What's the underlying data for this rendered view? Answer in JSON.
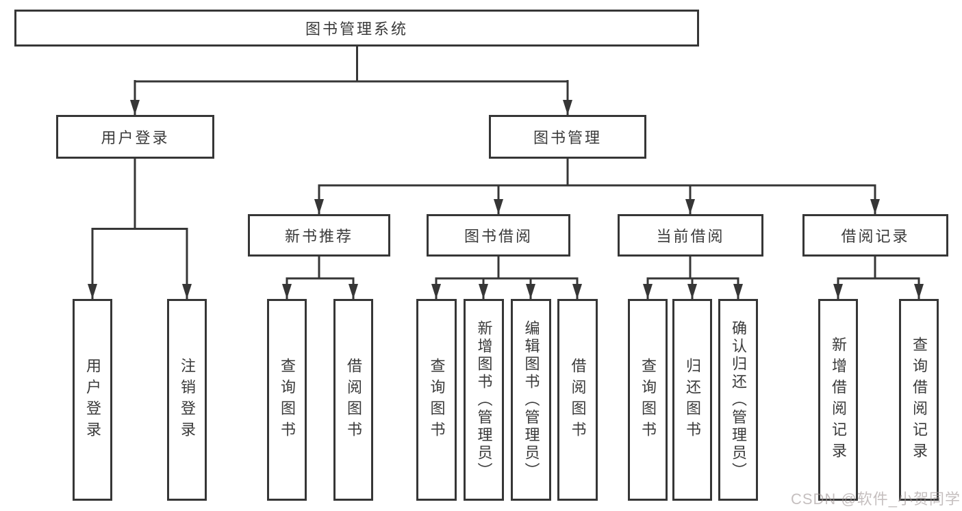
{
  "tree": {
    "label": "图书管理系统",
    "children": [
      {
        "label": "用户登录",
        "children": [
          {
            "label": "用户登录"
          },
          {
            "label": "注销登录"
          }
        ]
      },
      {
        "label": "图书管理",
        "children": [
          {
            "label": "新书推荐",
            "children": [
              {
                "label": "查询图书"
              },
              {
                "label": "借阅图书"
              }
            ]
          },
          {
            "label": "图书借阅",
            "children": [
              {
                "label": "查询图书"
              },
              {
                "label": "新增图书（管理员）"
              },
              {
                "label": "编辑图书（管理员）"
              },
              {
                "label": "借阅图书"
              }
            ]
          },
          {
            "label": "当前借阅",
            "children": [
              {
                "label": "查询图书"
              },
              {
                "label": "归还图书"
              },
              {
                "label": "确认归还（管理员）"
              }
            ]
          },
          {
            "label": "借阅记录",
            "children": [
              {
                "label": "新增借阅记录"
              },
              {
                "label": "查询借阅记录"
              }
            ]
          }
        ]
      }
    ]
  },
  "watermark": {
    "text": "CSDN @软件_小贺同学"
  },
  "colors": {
    "line": "#363636",
    "box_border": "#363636",
    "text": "#3a3a3a",
    "watermark_text": "#b5a9a9",
    "background": "#ffffff"
  }
}
